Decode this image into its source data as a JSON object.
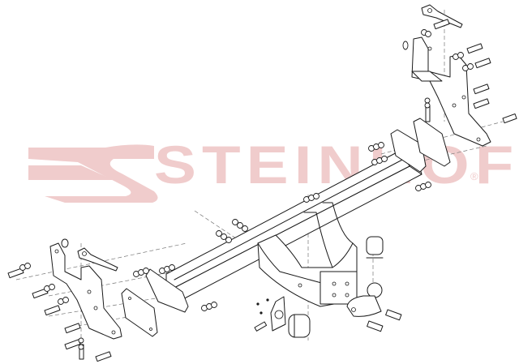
{
  "diagram": {
    "type": "exploded-assembly-drawing",
    "subject": "tow bar (trailer hitch) assembly",
    "watermark": {
      "brand": "STEINHOF",
      "registered_mark": "®",
      "color": "#f0cccc"
    },
    "line_color": "#1a1a1a",
    "background": "#ffffff",
    "components": [
      {
        "id": "crossbar",
        "label": "main cross beam"
      },
      {
        "id": "right-bracket",
        "label": "right side mounting bracket"
      },
      {
        "id": "left-bracket",
        "label": "left side mounting bracket"
      },
      {
        "id": "right-tab",
        "label": "right strap tab"
      },
      {
        "id": "left-tab",
        "label": "left strap tab"
      },
      {
        "id": "end-plates",
        "label": "end spacer plates"
      },
      {
        "id": "neck-bracket",
        "label": "central hitch receiver"
      },
      {
        "id": "tow-ball",
        "label": "tow ball"
      },
      {
        "id": "ball-cap",
        "label": "tow ball cover"
      },
      {
        "id": "socket-plate",
        "label": "electrical socket plate"
      },
      {
        "id": "socket",
        "label": "electrical socket"
      },
      {
        "id": "bolts",
        "label": "bolts"
      },
      {
        "id": "nuts-washers",
        "label": "nuts and washers"
      }
    ]
  }
}
